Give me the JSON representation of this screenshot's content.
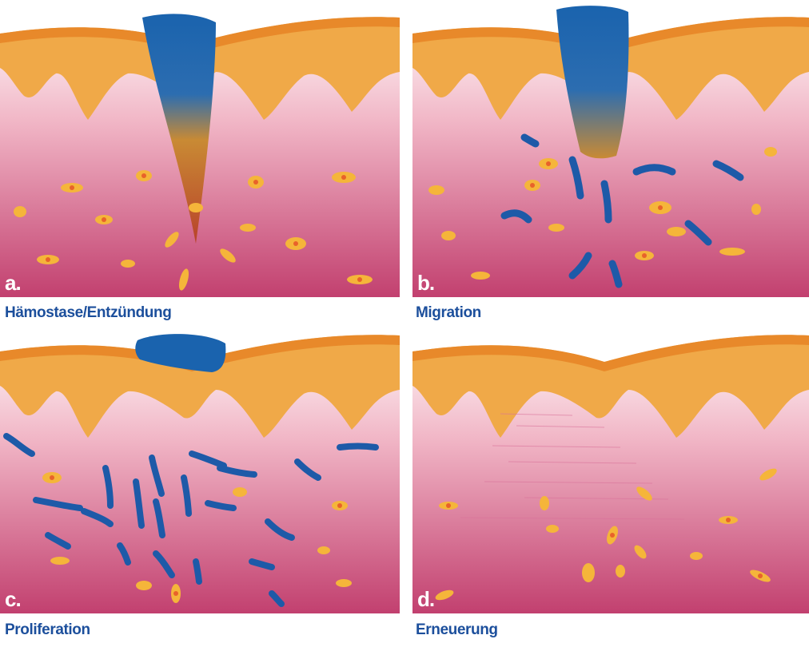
{
  "panels": [
    {
      "letter": "a.",
      "caption": "Hämostase/Entzündung"
    },
    {
      "letter": "b.",
      "caption": "Migration"
    },
    {
      "letter": "c.",
      "caption": "Proliferation"
    },
    {
      "letter": "d.",
      "caption": "Erneuerung"
    }
  ],
  "colors": {
    "epidermis_top": "#e8892a",
    "epidermis": "#f0a948",
    "dermis_top": "#fbeef2",
    "dermis_bottom": "#c2406f",
    "clot": "#1a63ae",
    "cell": "#f5b53a",
    "nucleus": "#e8622a",
    "caption": "#1c4f9c"
  }
}
